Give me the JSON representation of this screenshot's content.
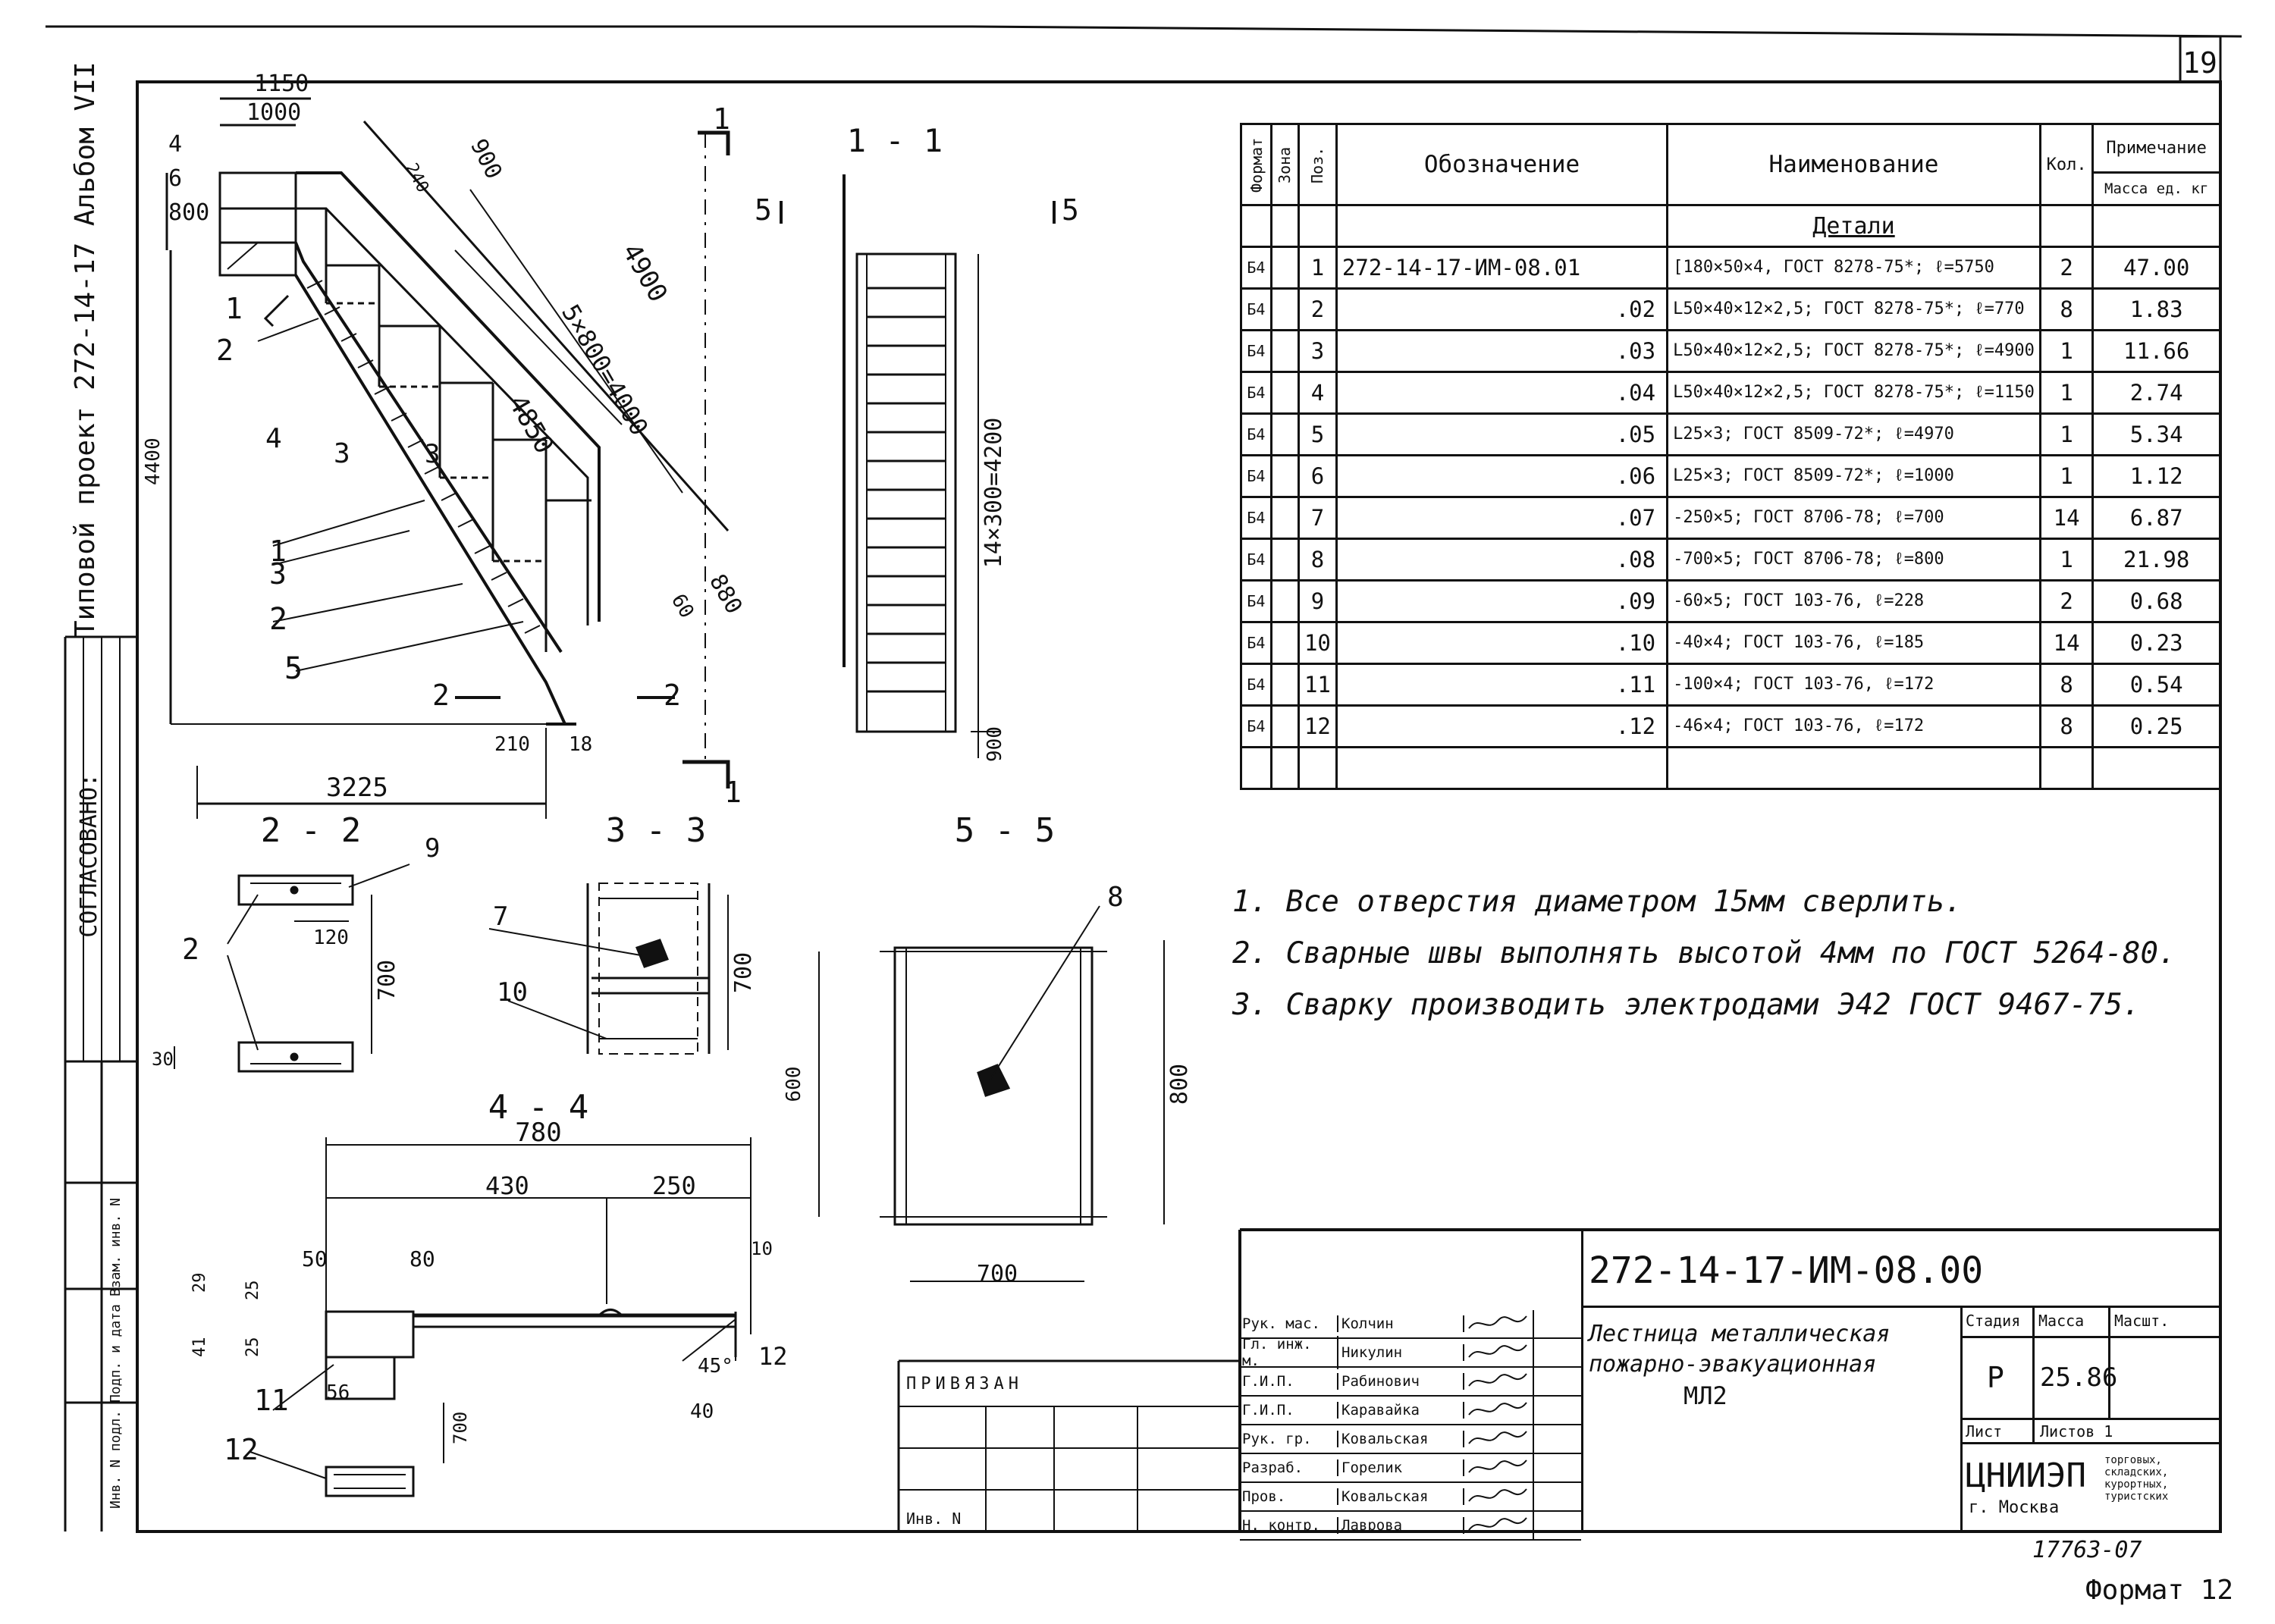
{
  "sheet": {
    "number": "19",
    "format": "Формат 12",
    "inventory": "17763-07",
    "side_title": "Типовой проект 272-14-17  Альбом VII",
    "side_agreed": "СОГЛАСОВАНО:",
    "side_fields": [
      "Инв. N подл.",
      "Подп. и дата",
      "Взам. инв. N"
    ]
  },
  "drawing": {
    "main": {
      "dims": [
        "1150",
        "1000",
        "4",
        "6",
        "800",
        "900",
        "4900",
        "5×800=4000",
        "4850",
        "4400",
        "60",
        "880",
        "3225",
        "210",
        "18",
        "240"
      ],
      "callouts": [
        "1",
        "2",
        "3",
        "4",
        "5",
        "2",
        "1",
        "3",
        "2",
        "5"
      ],
      "section_marks": [
        "4",
        "3",
        "2",
        "2",
        "1",
        "1"
      ]
    },
    "sec11": {
      "title": "1 - 1",
      "marks": [
        "5",
        "5"
      ],
      "dims": [
        "14×300=4200",
        "900"
      ]
    },
    "sec22": {
      "title": "2 - 2",
      "callouts": [
        "9",
        "2"
      ],
      "dims": [
        "120",
        "700",
        "30"
      ]
    },
    "sec33": {
      "title": "3 - 3",
      "callouts": [
        "7",
        "10"
      ],
      "dims": [
        "700"
      ]
    },
    "sec55": {
      "title": "5 - 5",
      "callouts": [
        "8"
      ],
      "dims": [
        "600",
        "800",
        "700"
      ]
    },
    "sec44": {
      "title": "4 - 4",
      "callouts": [
        "11",
        "12"
      ],
      "dims": [
        "780",
        "430",
        "250",
        "50",
        "80",
        "10",
        "29",
        "25",
        "41",
        "25",
        "56",
        "45°",
        "12",
        "40",
        "700"
      ]
    }
  },
  "spec": {
    "headers": {
      "format": "Формат",
      "zone": "Зона",
      "pos": "Поз.",
      "designation": "Обозначение",
      "name": "Наименование",
      "qty": "Кол.",
      "note": "Примечание"
    },
    "mass_header": "Масса ед. кг",
    "section": "Детали",
    "rows": [
      {
        "fmt": "Б4",
        "pos": "1",
        "des": "272-14-17-ИМ-08.01",
        "name": "[180×50×4, ГОСТ 8278-75*; ℓ=5750",
        "qty": "2",
        "mass": "47.00"
      },
      {
        "fmt": "Б4",
        "pos": "2",
        "des": ".02",
        "name": "L50×40×12×2,5; ГОСТ 8278-75*; ℓ=770",
        "qty": "8",
        "mass": "1.83"
      },
      {
        "fmt": "Б4",
        "pos": "3",
        "des": ".03",
        "name": "L50×40×12×2,5; ГОСТ 8278-75*; ℓ=4900",
        "qty": "1",
        "mass": "11.66"
      },
      {
        "fmt": "Б4",
        "pos": "4",
        "des": ".04",
        "name": "L50×40×12×2,5; ГОСТ 8278-75*; ℓ=1150",
        "qty": "1",
        "mass": "2.74"
      },
      {
        "fmt": "Б4",
        "pos": "5",
        "des": ".05",
        "name": "L25×3; ГОСТ 8509-72*; ℓ=4970",
        "qty": "1",
        "mass": "5.34"
      },
      {
        "fmt": "Б4",
        "pos": "6",
        "des": ".06",
        "name": "L25×3; ГОСТ 8509-72*; ℓ=1000",
        "qty": "1",
        "mass": "1.12"
      },
      {
        "fmt": "Б4",
        "pos": "7",
        "des": ".07",
        "name": "-250×5; ГОСТ 8706-78; ℓ=700",
        "qty": "14",
        "mass": "6.87"
      },
      {
        "fmt": "Б4",
        "pos": "8",
        "des": ".08",
        "name": "-700×5; ГОСТ 8706-78; ℓ=800",
        "qty": "1",
        "mass": "21.98"
      },
      {
        "fmt": "Б4",
        "pos": "9",
        "des": ".09",
        "name": "-60×5; ГОСТ 103-76, ℓ=228",
        "qty": "2",
        "mass": "0.68"
      },
      {
        "fmt": "Б4",
        "pos": "10",
        "des": ".10",
        "name": "-40×4; ГОСТ 103-76, ℓ=185",
        "qty": "14",
        "mass": "0.23"
      },
      {
        "fmt": "Б4",
        "pos": "11",
        "des": ".11",
        "name": "-100×4; ГОСТ 103-76, ℓ=172",
        "qty": "8",
        "mass": "0.54"
      },
      {
        "fmt": "Б4",
        "pos": "12",
        "des": ".12",
        "name": "-46×4; ГОСТ 103-76, ℓ=172",
        "qty": "8",
        "mass": "0.25"
      }
    ]
  },
  "notes": [
    "1. Все отверстия диаметром 15мм сверлить.",
    "2. Сварные швы выполнять высотой 4мм по ГОСТ 5264-80.",
    "3. Сварку производить электродами Э42 ГОСТ 9467-75."
  ],
  "title_block": {
    "code": "272-14-17-ИМ-08.00",
    "title": [
      "Лестница металлическая",
      "пожарно-эвакуационная",
      "МЛ2"
    ],
    "stage_label": "Стадия",
    "mass_label": "Масса",
    "scale_label": "Масшт.",
    "stage": "Р",
    "mass": "25.86",
    "sheet_label": "Лист",
    "sheets_label": "Листов 1",
    "org": "ЦНИИЭП",
    "org_city": "г. Москва",
    "org_dept": "торговых, складских, курортных, туристских",
    "attached": "ПРИВЯЗАН",
    "inv": "Инв. N",
    "people": [
      {
        "role": "Рук. мас.",
        "name": "Колчин"
      },
      {
        "role": "Гл. инж. м.",
        "name": "Никулин"
      },
      {
        "role": "Г.И.П.",
        "name": "Рабинович"
      },
      {
        "role": "Г.И.П.",
        "name": "Каравайка"
      },
      {
        "role": "Рук. гр.",
        "name": "Ковальская"
      },
      {
        "role": "Разраб.",
        "name": "Горелик"
      },
      {
        "role": "Пров.",
        "name": "Ковальская"
      },
      {
        "role": "Н. контр.",
        "name": "Лаврова"
      }
    ]
  }
}
